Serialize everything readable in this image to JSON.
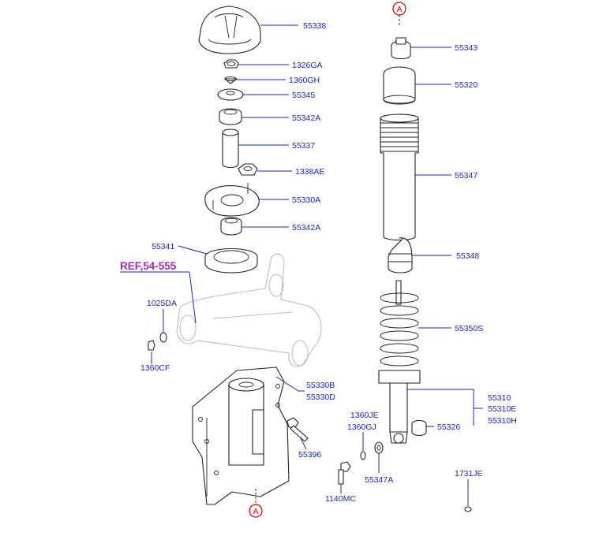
{
  "labels": {
    "p55338": "55338",
    "p1326GA": "1326GA",
    "p1360GH": "1360GH",
    "p55345": "55345",
    "p55342A_top": "55342A",
    "p55337": "55337",
    "p1338AE": "1338AE",
    "p55330A": "55330A",
    "p55342A_bot": "55342A",
    "p55341": "55341",
    "ref": "REF,54-555",
    "p1025DA": "1025DA",
    "p1360CF": "1360CF",
    "p55330B": "55330B",
    "p55330D": "55330D",
    "p55396": "55396",
    "p1140MC": "1140MC",
    "p1360JE": "1360JE",
    "p1360GJ": "1360GJ",
    "p55347A": "55347A",
    "p55343": "55343",
    "p55320": "55320",
    "p55347": "55347",
    "p55348": "55348",
    "p55350S": "55350S",
    "p55310": "55310",
    "p55310E": "55310E",
    "p55310H": "55310H",
    "p55326": "55326",
    "p1731JE": "1731JE"
  },
  "markers": {
    "top": "A",
    "bottom": "A"
  },
  "colors": {
    "label": "#1a2aa8",
    "ref": "#9b2fae",
    "marker": "#d40000",
    "line": "#222222"
  }
}
